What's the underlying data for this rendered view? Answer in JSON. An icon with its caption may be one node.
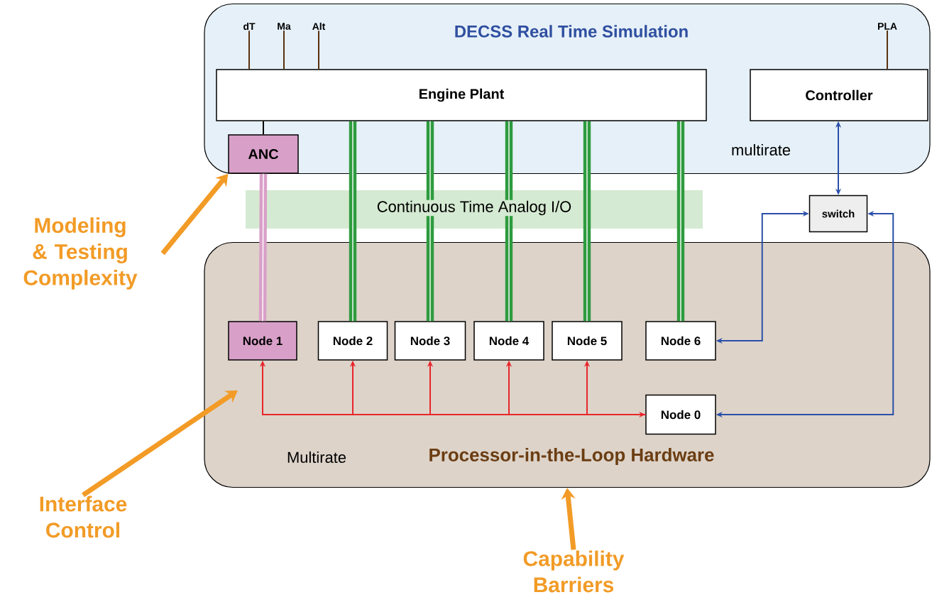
{
  "diagram": {
    "nodes": [
      {
        "text": [
          "DECSS Real Time Simulation",
          "multirate"
        ]
      },
      {
        "text": [
          "Engine Plant"
        ],
        "in": 0
      },
      {
        "text": [
          "Controller"
        ],
        "in": 0
      },
      {
        "text": [
          "ANC"
        ],
        "in": 0
      },
      {
        "text": [
          "Multirate",
          "Processor-in-the-Loop Hardware"
        ]
      },
      {
        "text": [
          "Node 1"
        ],
        "in": 4
      },
      {
        "text": [
          "Node 2"
        ],
        "in": 4
      },
      {
        "text": [
          "Node 3"
        ],
        "in": 4
      },
      {
        "text": [
          "Node 4"
        ],
        "in": 4
      },
      {
        "text": [
          "Node 5"
        ],
        "in": 4
      },
      {
        "text": [
          "Node 6"
        ],
        "in": 4
      },
      {
        "text": [
          "Node 0"
        ],
        "in": 4
      },
      {
        "text": [
          "switch"
        ]
      },
      {
        "text": [
          "dT"
        ],
        "in": 0
      },
      {
        "text": [
          "Ma"
        ],
        "in": 0
      },
      {
        "text": [
          "Alt"
        ],
        "in": 0
      },
      {
        "text": [
          "PLA"
        ],
        "in": 0
      },
      {
        "text": [
          "Modeling & Testing Complexity"
        ]
      },
      {
        "text": [
          "Interface Control"
        ]
      },
      {
        "text": [
          "Capability Barriers"
        ]
      }
    ],
    "edges": [
      {
        "from": 13,
        "to": 1,
        "arrow": "none",
        "color": "#5a3210"
      },
      {
        "from": 14,
        "to": 1,
        "arrow": "none",
        "color": "#5a3210"
      },
      {
        "from": 15,
        "to": 1,
        "arrow": "none",
        "color": "#5a3210"
      },
      {
        "from": 16,
        "to": 2,
        "arrow": "none",
        "color": "#5a3210"
      },
      {
        "from": 1,
        "to": 3,
        "arrow": "none",
        "color": "#000000"
      },
      {
        "from": 3,
        "to": 5,
        "arrow": "none",
        "style": "thick",
        "color": "#d9a0c8"
      },
      {
        "from": 1,
        "to": 6,
        "arrow": "none",
        "style": "thick",
        "color": "#2e9b3e"
      },
      {
        "from": 1,
        "to": 7,
        "arrow": "none",
        "style": "thick",
        "color": "#2e9b3e"
      },
      {
        "from": 1,
        "to": 8,
        "arrow": "none",
        "style": "thick",
        "color": "#2e9b3e"
      },
      {
        "from": 1,
        "to": 9,
        "arrow": "none",
        "style": "thick",
        "color": "#2e9b3e"
      },
      {
        "from": 1,
        "to": 10,
        "arrow": "none",
        "style": "thick",
        "color": "#2e9b3e"
      },
      {
        "from": 11,
        "to": 5,
        "arrow": "both",
        "color": "#e8262b"
      },
      {
        "from": 11,
        "to": 6,
        "arrow": "to",
        "color": "#e8262b"
      },
      {
        "from": 11,
        "to": 7,
        "arrow": "to",
        "color": "#e8262b"
      },
      {
        "from": 11,
        "to": 8,
        "arrow": "to",
        "color": "#e8262b"
      },
      {
        "from": 11,
        "to": 9,
        "arrow": "to",
        "color": "#e8262b"
      },
      {
        "from": 2,
        "to": 12,
        "arrow": "both",
        "color": "#2a4fa8"
      },
      {
        "from": 12,
        "to": 10,
        "arrow": "both",
        "color": "#2a4fa8"
      },
      {
        "from": 12,
        "to": 11,
        "arrow": "both",
        "color": "#2a4fa8"
      },
      {
        "from": 17,
        "to": 3,
        "arrow": "to",
        "style": "thick",
        "color": "#f29b26"
      },
      {
        "from": 18,
        "to": null,
        "arrow": "to",
        "style": "thick",
        "color": "#f29b26"
      },
      {
        "from": 19,
        "to": 4,
        "arrow": "to",
        "style": "thick",
        "color": "#f29b26"
      }
    ],
    "labels": [
      "Continuous Time Analog I/O"
    ]
  }
}
